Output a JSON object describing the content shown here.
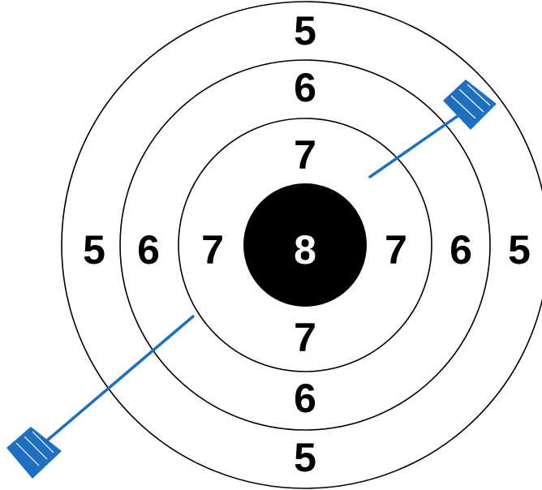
{
  "colors": {
    "ink": "#000000",
    "paper": "#ffffff",
    "arrow": "#1f6fc0"
  },
  "target": {
    "rings": [
      {
        "score": "5"
      },
      {
        "score": "6"
      },
      {
        "score": "7"
      }
    ],
    "bullseye": {
      "score": "8"
    }
  },
  "arrows": [
    {
      "name": "arrow-upper-right",
      "icon": "arrow-icon"
    },
    {
      "name": "arrow-lower-left",
      "icon": "arrow-icon"
    }
  ]
}
